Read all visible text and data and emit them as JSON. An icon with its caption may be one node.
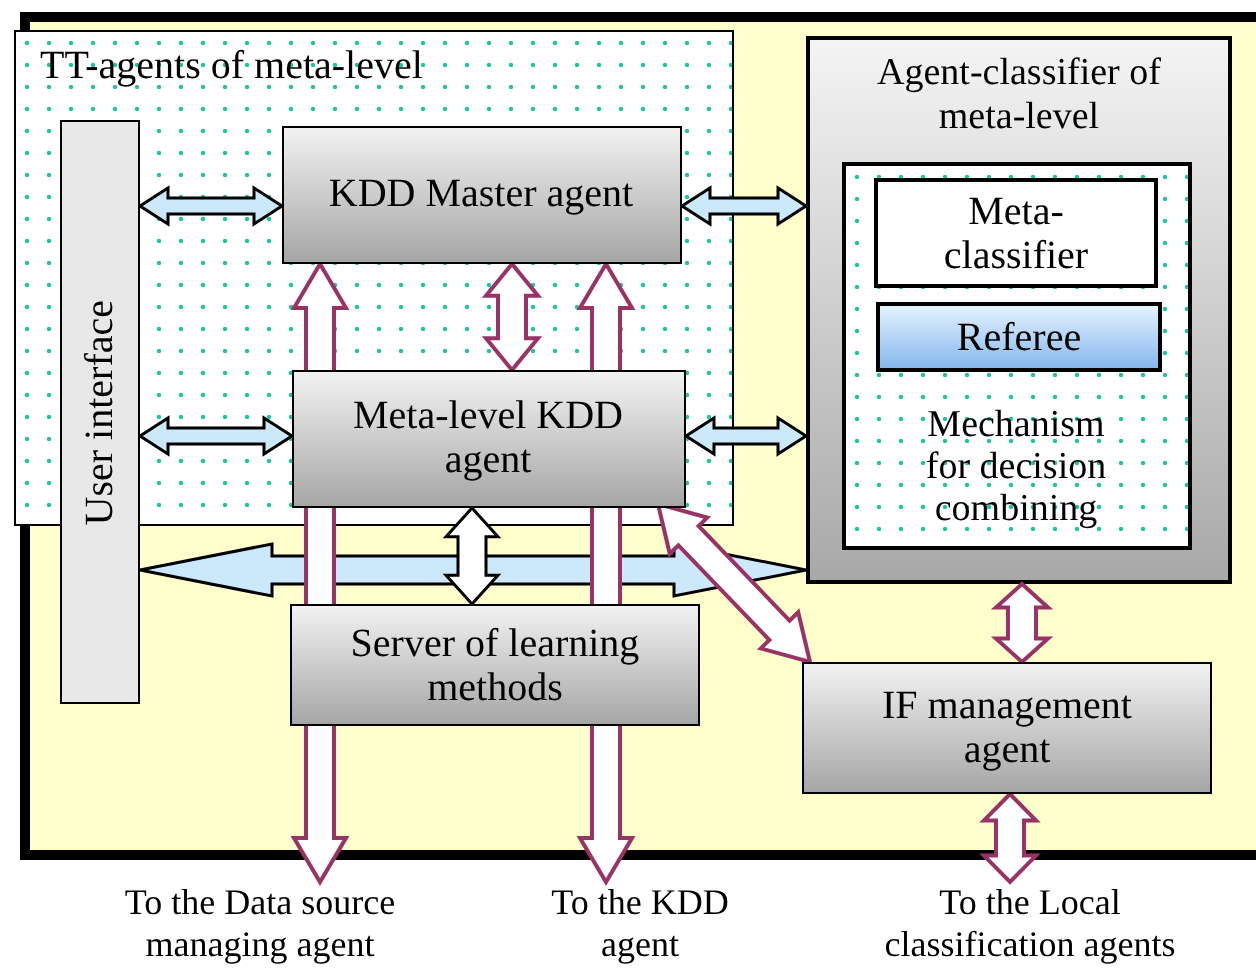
{
  "diagram": {
    "nodes": [
      {
        "text": [
          "TT-agents of meta-level"
        ]
      },
      {
        "text": [
          "User interface"
        ]
      },
      {
        "text": [
          "KDD Master agent"
        ],
        "in": 0
      },
      {
        "text": [
          "Meta-level KDD agent"
        ],
        "in": 0
      },
      {
        "text": [
          "Agent-classifier of meta-level"
        ]
      },
      {
        "text": [
          "Mechanism for decision combining"
        ],
        "in": 4
      },
      {
        "text": [
          "Meta-classifier"
        ],
        "in": 5
      },
      {
        "text": [
          "Referee"
        ],
        "in": 5
      },
      {
        "text": [
          "Server of learning methods"
        ]
      },
      {
        "text": [
          "IF management agent"
        ]
      },
      {
        "text": [
          "To the Data source managing agent"
        ]
      },
      {
        "text": [
          "To the KDD agent"
        ]
      },
      {
        "text": [
          "To the Local classification agents"
        ]
      }
    ],
    "edges": [
      {
        "from": 1,
        "to": 2,
        "arrow": "both"
      },
      {
        "from": 1,
        "to": 3,
        "arrow": "both"
      },
      {
        "from": 2,
        "to": 4,
        "arrow": "both"
      },
      {
        "from": 3,
        "to": 4,
        "arrow": "both"
      },
      {
        "from": 1,
        "to": 4,
        "arrow": "both",
        "style": "thick"
      },
      {
        "from": 2,
        "to": 10,
        "arrow": "both",
        "color": "#993366"
      },
      {
        "from": 2,
        "to": 3,
        "arrow": "both",
        "color": "#993366"
      },
      {
        "from": 2,
        "to": 11,
        "arrow": "both",
        "color": "#993366"
      },
      {
        "from": 3,
        "to": 8,
        "arrow": "both",
        "color": "#ffffff"
      },
      {
        "from": 3,
        "to": 9,
        "arrow": "both",
        "color": "#993366"
      },
      {
        "from": 4,
        "to": 9,
        "arrow": "both",
        "color": "#993366"
      },
      {
        "from": 9,
        "to": 12,
        "arrow": "both",
        "color": "#993366"
      }
    ]
  }
}
